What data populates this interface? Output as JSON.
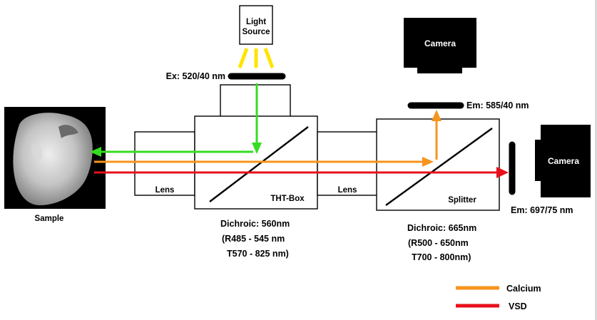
{
  "light_source": {
    "line1": "Light",
    "line2": "Source"
  },
  "excitation_filter": "Ex: 520/40 nm",
  "cameras": {
    "top": "Camera",
    "right": "Camera"
  },
  "emission_top": "Em: 585/40 nm",
  "emission_right": "Em: 697/75 nm",
  "lenses": {
    "left": "Lens",
    "middle": "Lens"
  },
  "tht_box": "THT-Box",
  "splitter": "Splitter",
  "sample": "Sample",
  "dichroic_1": {
    "line1": "Dichroic: 560nm",
    "line2": "(R485 - 545 nm",
    "line3": "T570 - 825 nm)"
  },
  "dichroic_2": {
    "line1": "Dichroic: 665nm",
    "line2": "(R500 - 650nm",
    "line3": "T700 - 800nm)"
  },
  "legend": [
    {
      "label": "Calcium",
      "color": "#f7941d"
    },
    {
      "label": "VSD",
      "color": "#e8101c"
    }
  ],
  "colors": {
    "excitation": "#33dd22",
    "calcium": "#f7941d",
    "vsd": "#e8101c",
    "light_rays": "#ffe400"
  }
}
